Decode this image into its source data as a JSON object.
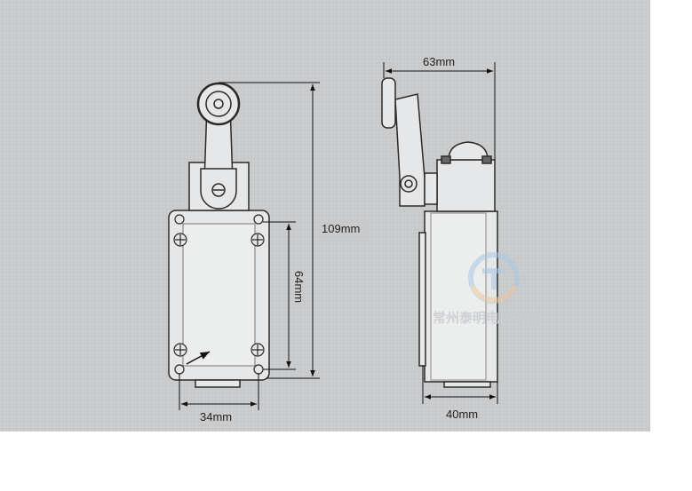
{
  "dimensions": {
    "total_height": "109mm",
    "mount_height": "64mm",
    "mount_width": "34mm",
    "side_total_width": "63mm",
    "side_body_width": "40mm"
  },
  "watermark": "常州泰明电子电器",
  "colors": {
    "background": "#c8cacc",
    "part_fill": "#e6e7e8",
    "outline": "#2a2a2a"
  }
}
